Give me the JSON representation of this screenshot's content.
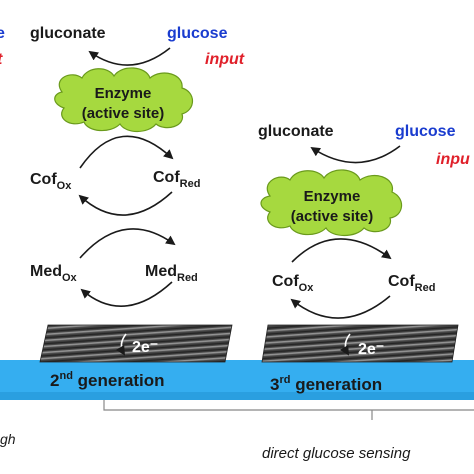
{
  "colors": {
    "enzyme_fill": "#a6d93f",
    "enzyme_stroke": "#6a9a1c",
    "glucose_text": "#1a3ccf",
    "input_text": "#e0202a",
    "band_fill": "#35aef0",
    "electrode_dark": "#333333",
    "arrow": "#1a1a1a"
  },
  "left_edge_fragments": {
    "top_fragment": "e",
    "input_fragment": "t",
    "bottom_fragment": "gh"
  },
  "panel_2nd": {
    "product": "gluconate",
    "substrate": "glucose",
    "input_label": "input",
    "enzyme_line1": "Enzyme",
    "enzyme_line2": "(active site)",
    "cof_ox_main": "Cof",
    "cof_ox_sub": "Ox",
    "cof_red_main": "Cof",
    "cof_red_sub": "Red",
    "med_ox_main": "Med",
    "med_ox_sub": "Ox",
    "med_red_main": "Med",
    "med_red_sub": "Red",
    "electrons": "2e⁻",
    "generation_num": "2",
    "generation_sup": "nd",
    "generation_word": " generation"
  },
  "panel_3rd": {
    "product": "gluconate",
    "substrate": "glucose",
    "input_label": "inpu",
    "enzyme_line1": "Enzyme",
    "enzyme_line2": "(active site)",
    "cof_ox_main": "Cof",
    "cof_ox_sub": "Ox",
    "cof_red_main": "Cof",
    "cof_red_sub": "Red",
    "electrons": "2e⁻",
    "generation_num": "3",
    "generation_sup": "rd",
    "generation_word": " generation"
  },
  "caption": "direct glucose sensing"
}
